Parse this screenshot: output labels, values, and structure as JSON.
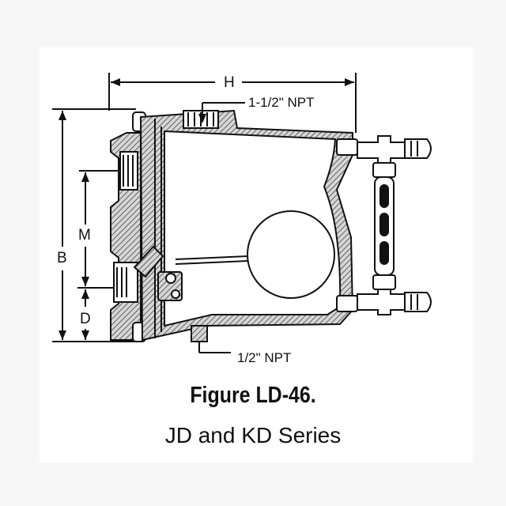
{
  "figure": {
    "title": "Figure LD-46.",
    "subtitle": "JD and KD Series"
  },
  "dimensions": {
    "h": "H",
    "b": "B",
    "m": "M",
    "d": "D"
  },
  "callouts": {
    "top_port": "1-1/2\" NPT",
    "bottom_port": "1/2\" NPT"
  },
  "colors": {
    "line": "#111111",
    "hatch": "#555555",
    "background": "#f7f7f7"
  }
}
